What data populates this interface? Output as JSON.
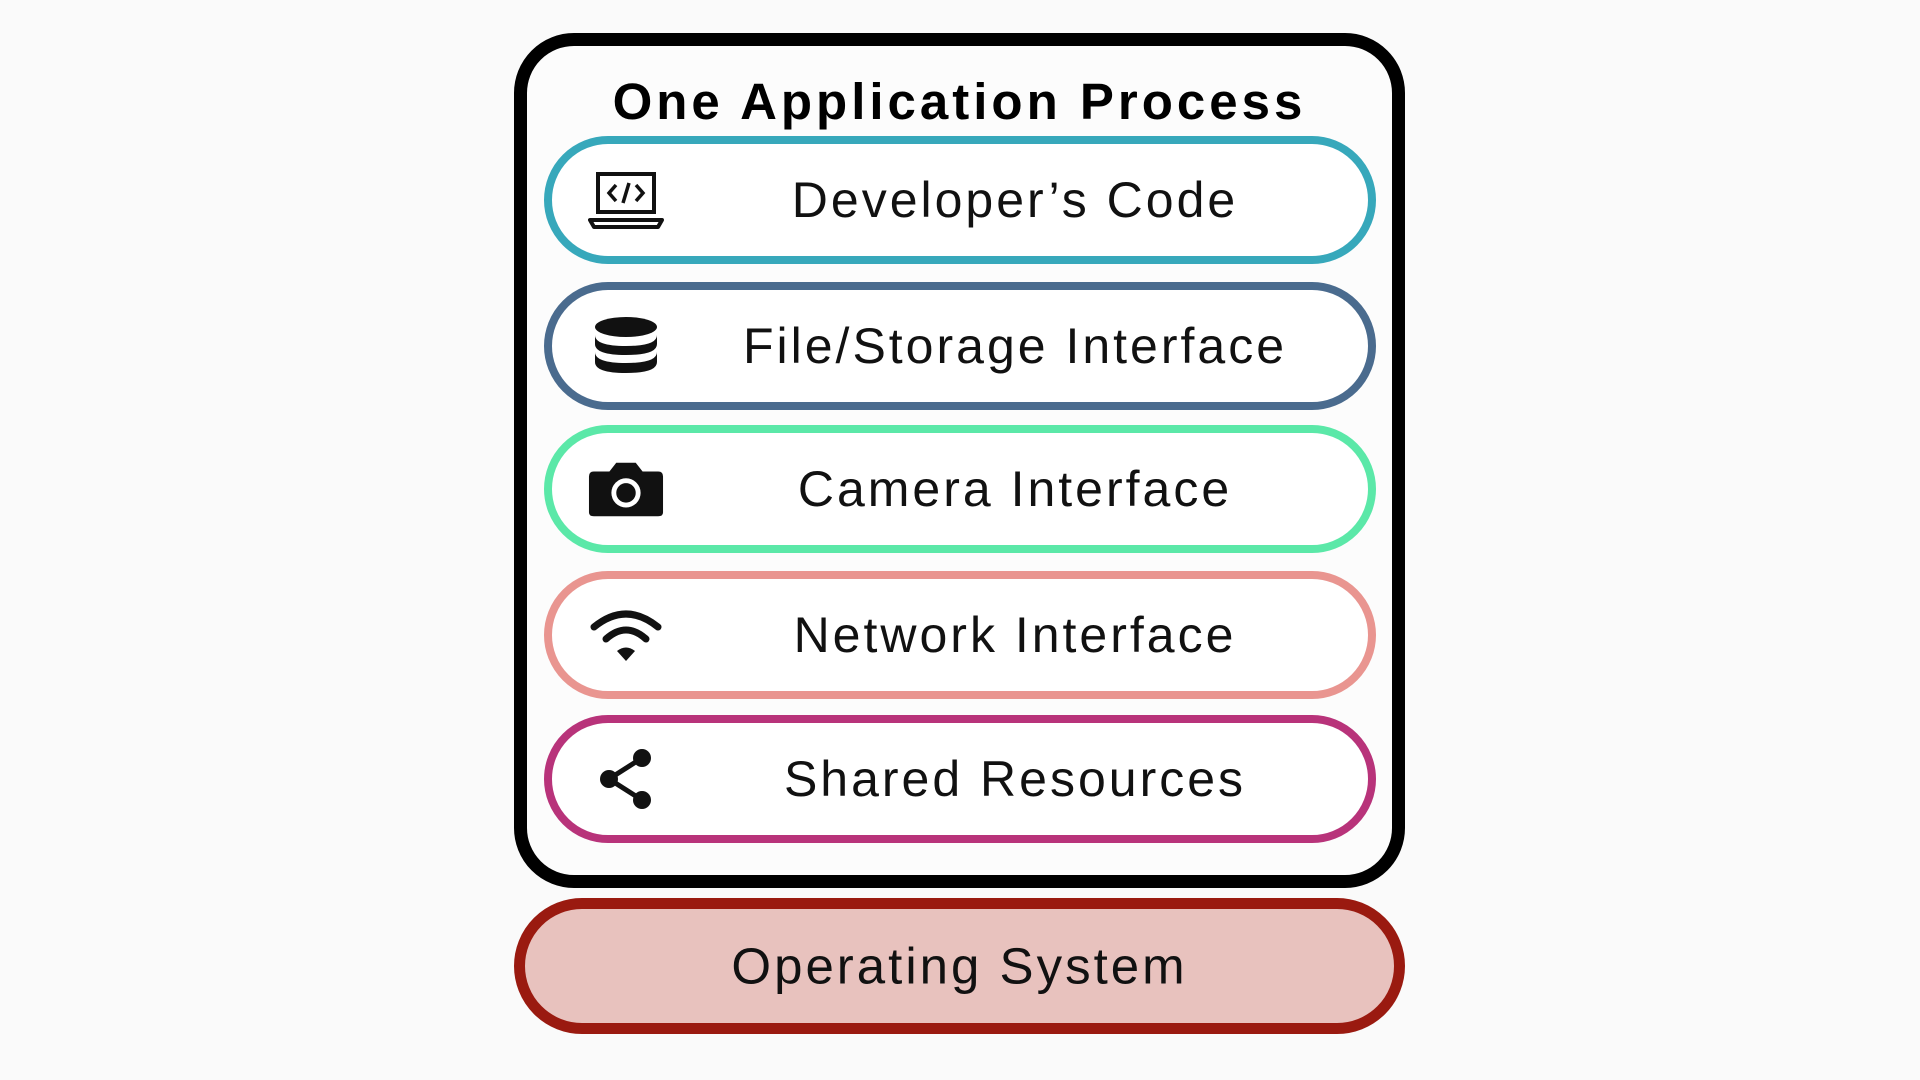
{
  "process": {
    "title": "One Application Process",
    "border_color": "#000000"
  },
  "layers": [
    {
      "label": "Developer’s Code",
      "icon": "laptop-code-icon",
      "border_color": "#37a8bb"
    },
    {
      "label": "File/Storage Interface",
      "icon": "database-icon",
      "border_color": "#4a6b8e"
    },
    {
      "label": "Camera Interface",
      "icon": "camera-icon",
      "border_color": "#5be8a8"
    },
    {
      "label": "Network Interface",
      "icon": "wifi-icon",
      "border_color": "#e99590"
    },
    {
      "label": "Shared Resources",
      "icon": "share-icon",
      "border_color": "#b8337a"
    }
  ],
  "os": {
    "label": "Operating System",
    "border_color": "#9a1a10",
    "fill_color": "#e8c2be"
  }
}
